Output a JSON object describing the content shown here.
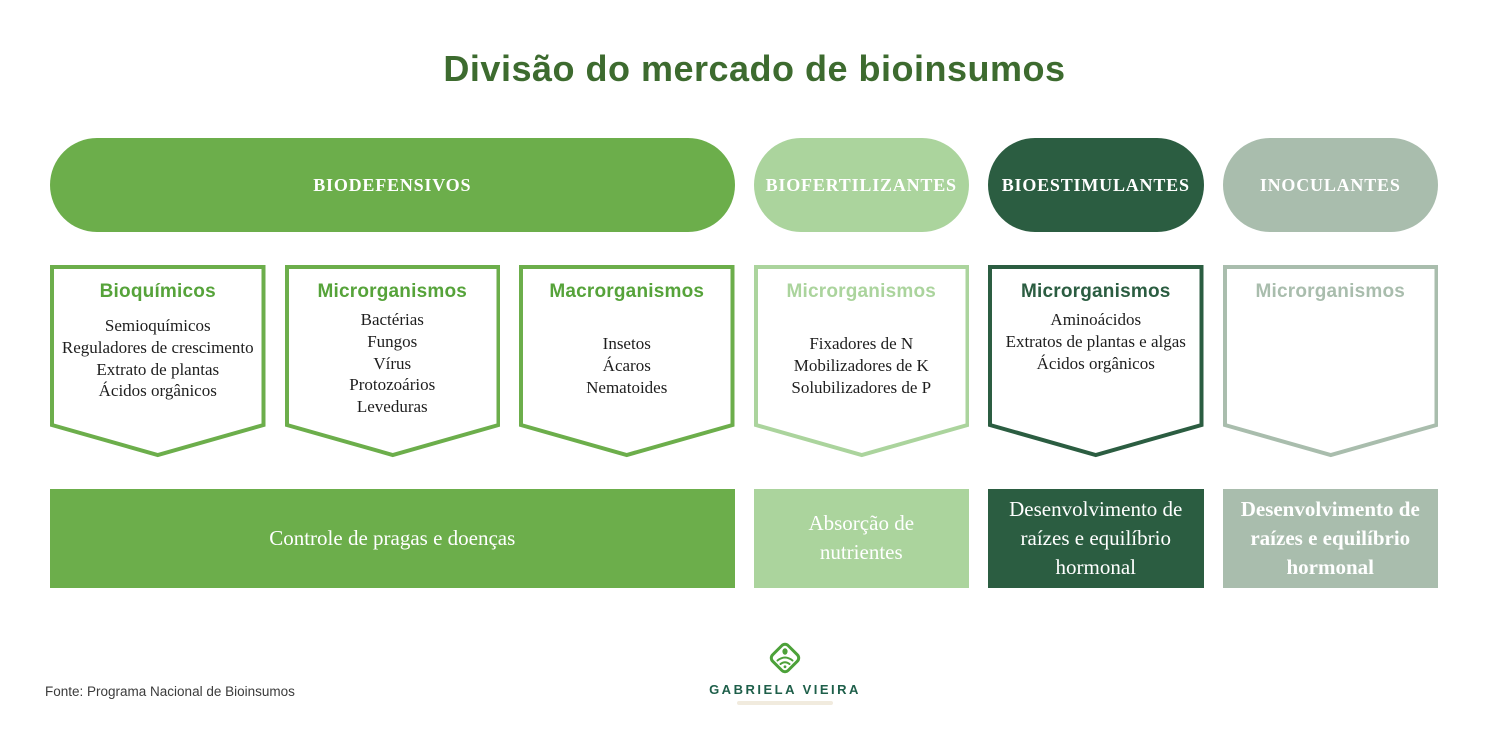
{
  "title": "Divisão do mercado de bioinsumos",
  "colors": {
    "green": "#6cae4b",
    "light_green": "#abd49d",
    "dark_green": "#2b5d41",
    "gray_green": "#a9bdad",
    "title_green": "#3d6b2f",
    "heading_green": "#56a33a",
    "logo_green": "#1e5f4a"
  },
  "columns": [
    {
      "id": "biodefensivos",
      "label": "BIODEFENSIVOS",
      "theme": "green",
      "boxes": [
        {
          "heading": "Bioquímicos",
          "items": [
            "Semioquímicos",
            "Reguladores de crescimento",
            "Extrato de plantas",
            "Ácidos orgânicos"
          ]
        },
        {
          "heading": "Microrganismos",
          "items": [
            "Bactérias",
            "Fungos",
            "Vírus",
            "Protozoários",
            "Leveduras"
          ]
        },
        {
          "heading": "Macrorganismos",
          "items": [
            "Insetos",
            "Ácaros",
            "Nematoides"
          ]
        }
      ],
      "result": "Controle de pragas e doenças"
    },
    {
      "id": "biofertilizantes",
      "label": "BIOFERTILIZANTES",
      "theme": "light",
      "boxes": [
        {
          "heading": "Microrganismos",
          "items": [
            "Fixadores de N",
            "Mobilizadores de K",
            "Solubilizadores de P"
          ]
        }
      ],
      "result": "Absorção de nutrientes"
    },
    {
      "id": "bioestimulantes",
      "label": "BIOESTIMULANTES",
      "theme": "dark",
      "boxes": [
        {
          "heading": "Microrganismos",
          "items": [
            "Aminoácidos",
            "Extratos de plantas e algas",
            "Ácidos orgânicos"
          ]
        }
      ],
      "result": "Desenvolvimento de raízes e equilíbrio hormonal"
    },
    {
      "id": "inoculantes",
      "label": "INOCULANTES",
      "theme": "gray",
      "boxes": [
        {
          "heading": "Microrganismos",
          "items": []
        }
      ],
      "result": "Desenvolvimento de raízes e equilíbrio hormonal"
    }
  ],
  "footer": {
    "source": "Fonte: Programa Nacional de Bioinsumos",
    "logo_text": "GABRIELA VIEIRA"
  }
}
